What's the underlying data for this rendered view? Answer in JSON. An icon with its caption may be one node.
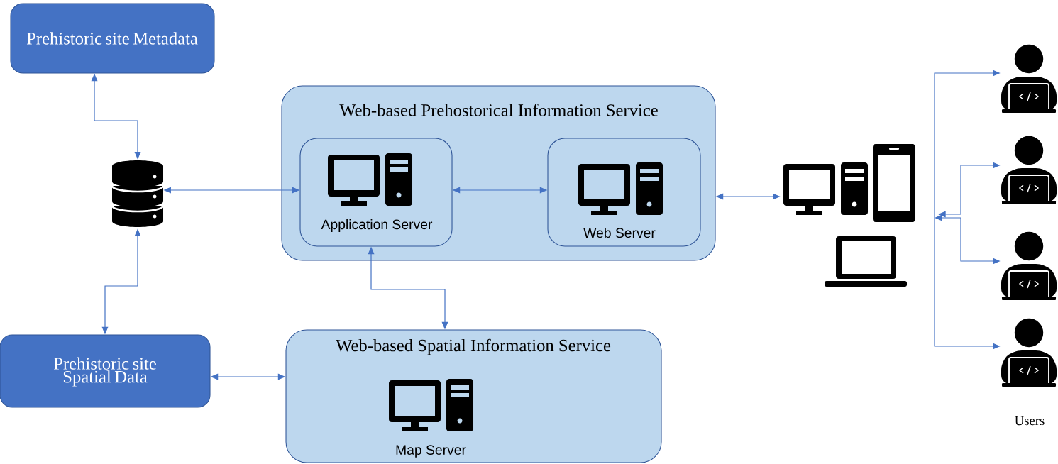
{
  "diagram": {
    "nodes": [
      {
        "text": [
          "Prehistoric site Metadata"
        ]
      },
      {
        "text": [],
        "shape": "cylinder"
      },
      {
        "text": [
          "Prehistoric site Spatial Data"
        ]
      },
      {
        "text": [
          "Web-based Prehostorical Information Service"
        ]
      },
      {
        "text": [
          "Application Server"
        ],
        "in": 3
      },
      {
        "text": [
          "Web Server"
        ],
        "in": 3
      },
      {
        "text": [
          "Web-based Spatial Information Service",
          "Map Server"
        ]
      },
      {
        "text": [],
        "shape": "computer"
      },
      {
        "text": [],
        "shape": "person"
      },
      {
        "text": [],
        "shape": "person"
      },
      {
        "text": [],
        "shape": "person"
      },
      {
        "text": [],
        "shape": "person"
      }
    ],
    "edges": [
      {
        "from": 1,
        "to": 0,
        "arrow": "both"
      },
      {
        "from": 1,
        "to": 2,
        "arrow": "both"
      },
      {
        "from": 1,
        "to": 4,
        "arrow": "both"
      },
      {
        "from": 4,
        "to": 5,
        "arrow": "both"
      },
      {
        "from": 4,
        "to": 6,
        "arrow": "both"
      },
      {
        "from": 2,
        "to": 6,
        "arrow": "both"
      },
      {
        "from": 3,
        "to": 7,
        "arrow": "both"
      },
      {
        "from": null,
        "to": 8,
        "arrow": "to"
      },
      {
        "from": null,
        "to": 9,
        "arrow": "both"
      },
      {
        "from": null,
        "to": 10,
        "arrow": "both"
      },
      {
        "from": null,
        "to": 11,
        "arrow": "to"
      }
    ],
    "labels": [
      "Users"
    ]
  }
}
